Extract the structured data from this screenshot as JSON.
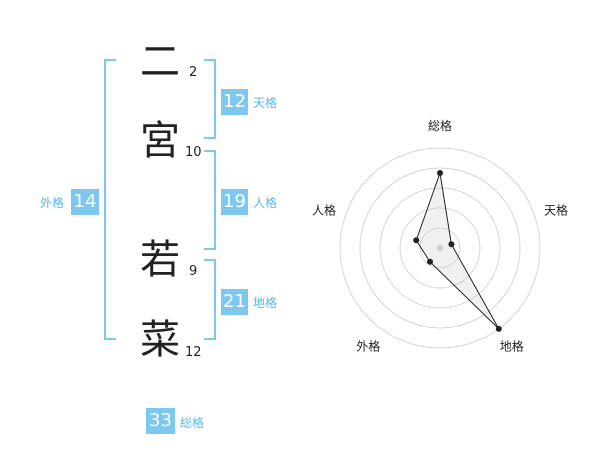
{
  "name": {
    "chars": [
      {
        "char": "二",
        "strokes": "2"
      },
      {
        "char": "宮",
        "strokes": "10"
      },
      {
        "char": "若",
        "strokes": "9"
      },
      {
        "char": "菜",
        "strokes": "12"
      }
    ]
  },
  "fortunes": {
    "tenkaku": {
      "label": "天格",
      "value": "12"
    },
    "jinkaku": {
      "label": "人格",
      "value": "19"
    },
    "chikaku": {
      "label": "地格",
      "value": "21"
    },
    "gaikaku": {
      "label": "外格",
      "value": "14"
    },
    "soukaku": {
      "label": "総格",
      "value": "33"
    }
  },
  "radar": {
    "labels": [
      "総格",
      "天格",
      "地格",
      "外格",
      "人格"
    ],
    "levels": [
      0.75,
      0.12,
      1.0,
      0.17,
      0.25
    ],
    "accent": "#7ec8f0",
    "line_color": "#222222"
  }
}
